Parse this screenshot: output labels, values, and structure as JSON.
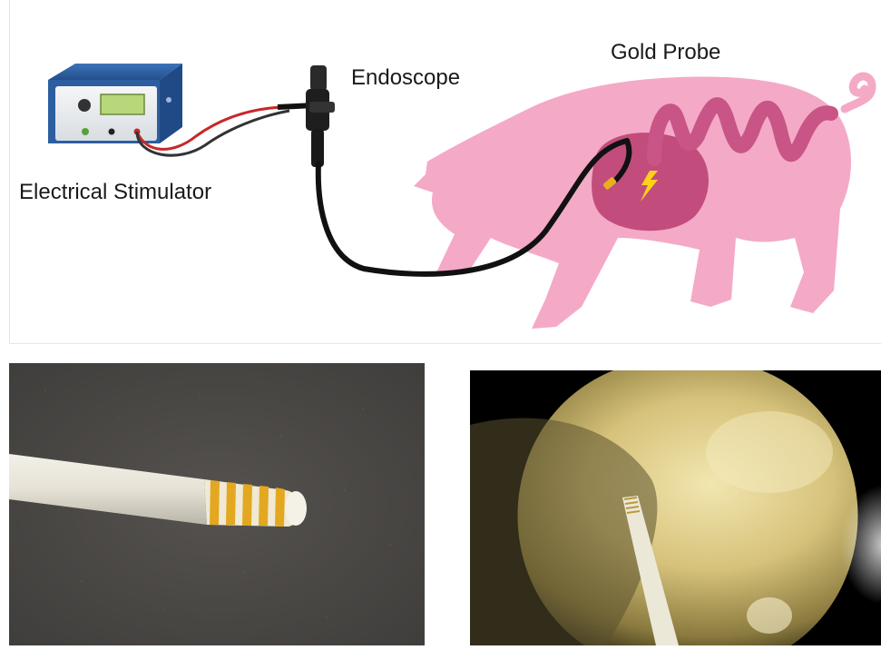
{
  "labels": {
    "stimulator": "Electrical Stimulator",
    "endoscope": "Endoscope",
    "gold_probe": "Gold Probe"
  },
  "colors": {
    "pig": "#f4a9c7",
    "intestine": "#c85585",
    "stomach": "#c24d7d",
    "cable": "#111111",
    "lead_red": "#c62828",
    "stimulator_body": "#2d5fa0",
    "gold": "#e8b020",
    "bolt": "#ffd21a"
  }
}
